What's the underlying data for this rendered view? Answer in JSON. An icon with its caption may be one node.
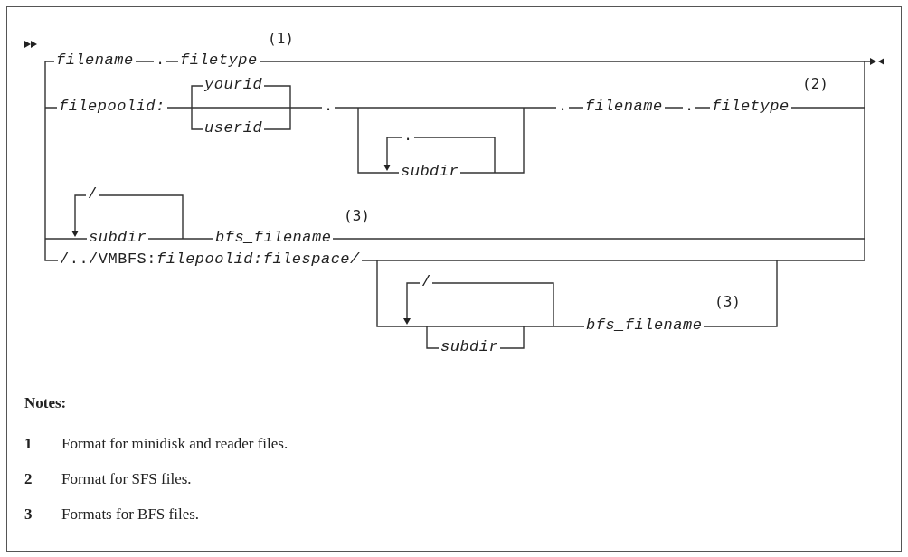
{
  "diagram": {
    "labels": [
      "(1)",
      "filename",
      ".",
      "filetype",
      "yourid",
      "(2)",
      "filepoolid:",
      ".",
      ".",
      "filename",
      ".",
      "filetype",
      "userid",
      ".",
      "subdir",
      "/",
      "(3)",
      "subdir",
      "bfs_filename",
      "/../VMBFS:*filepoolid:filespace/*",
      "/",
      "(3)",
      "bfs_filename",
      "subdir",
      "Notes:",
      "1",
      "Format for minidisk and reader files.",
      "2",
      "Format for SFS files.",
      "3",
      "Formats for BFS files."
    ]
  }
}
